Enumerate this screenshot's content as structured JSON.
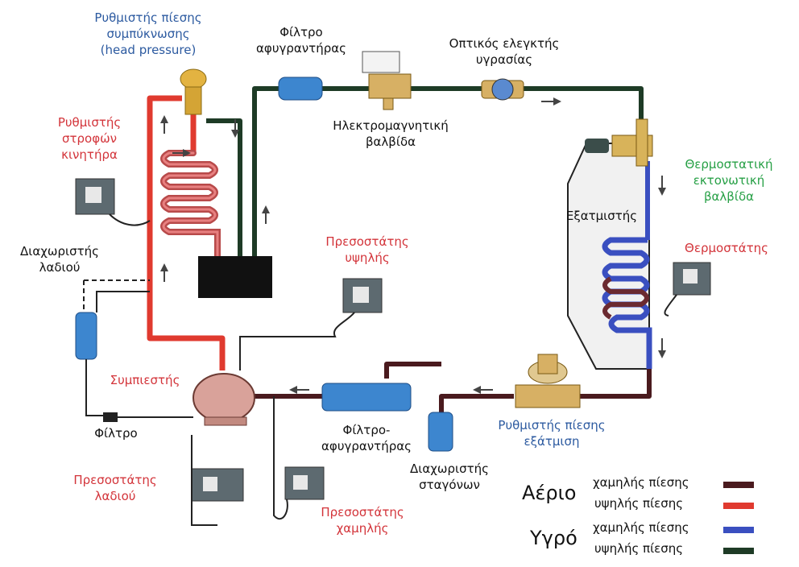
{
  "labels": {
    "head_pressure": [
      "Ρυθμιστής πίεσης",
      "συμπύκνωσης",
      "(head pressure)"
    ],
    "filter_dryer_top": [
      "Φίλτρο",
      "αφυγραντήρας"
    ],
    "sight_glass": [
      "Οπτικός ελεγκτής",
      "υγρασίας"
    ],
    "fan_speed": [
      "Ρυθμιστής",
      "στροφών",
      "κινητήρα"
    ],
    "solenoid": [
      "Ηλεκτρομαγνητική",
      "βαλβίδα"
    ],
    "txv": [
      "Θερμοστατική",
      "εκτονωτική",
      "βαλβίδα"
    ],
    "evaporator": [
      "Εξατμιστής"
    ],
    "oil_separator": [
      "Διαχωριστής",
      "λαδιού"
    ],
    "high_pressostat": [
      "Πρεσοστάτης",
      "υψηλής"
    ],
    "thermostat": [
      "Θερμοστάτης"
    ],
    "compressor": [
      "Συμπιεστής"
    ],
    "filter": [
      "Φίλτρο"
    ],
    "filter_dryer_bottom": [
      "Φίλτρο-",
      "αφυγραντήρας"
    ],
    "evap_pressure": [
      "Ρυθμιστής πίεσης",
      "εξάτμιση"
    ],
    "droplet_separator": [
      "Διαχωριστής",
      "σταγόνων"
    ],
    "oil_pressostat": [
      "Πρεσοστάτης",
      "λαδιού"
    ],
    "low_pressostat": [
      "Πρεσοστάτης",
      "χαμηλής"
    ]
  },
  "legend": {
    "gas": "Αέριο",
    "liquid": "Υγρό",
    "items": [
      {
        "label": "χαμηλής πίεσης",
        "color": "#4a1a1e"
      },
      {
        "label": "υψηλής πίεσης",
        "color": "#e03a2f"
      },
      {
        "label": "χαμηλής πίεσης",
        "color": "#3a4fc0"
      },
      {
        "label": "υψηλής πίεσης",
        "color": "#1e3b26"
      }
    ]
  },
  "colors": {
    "gas_low": "#4a1a1e",
    "gas_high": "#e03a2f",
    "liquid_low": "#3a4fc0",
    "liquid_high": "#1e3b26",
    "label_blue": "#2c5aa0",
    "label_red": "#d3343a",
    "label_green": "#27a046"
  }
}
